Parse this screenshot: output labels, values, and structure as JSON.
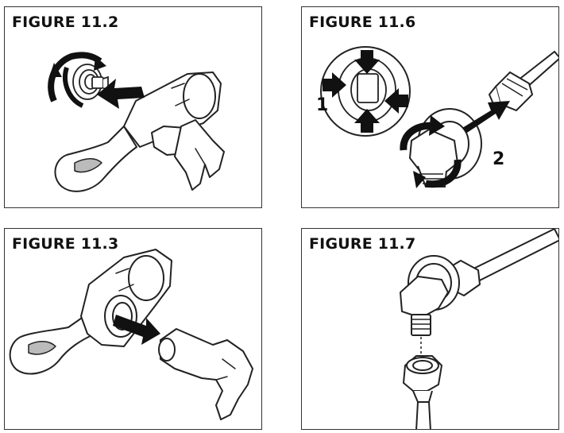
{
  "figures": [
    {
      "title": "FIGURE 11.2"
    },
    {
      "title": "FIGURE 11.6",
      "step_labels": [
        "1",
        "2"
      ]
    },
    {
      "title": "FIGURE 11.3"
    },
    {
      "title": "FIGURE 11.7"
    }
  ],
  "colors": {
    "line": "#222222",
    "arrow": "#111111",
    "frame": "#333333",
    "background": "#ffffff"
  }
}
